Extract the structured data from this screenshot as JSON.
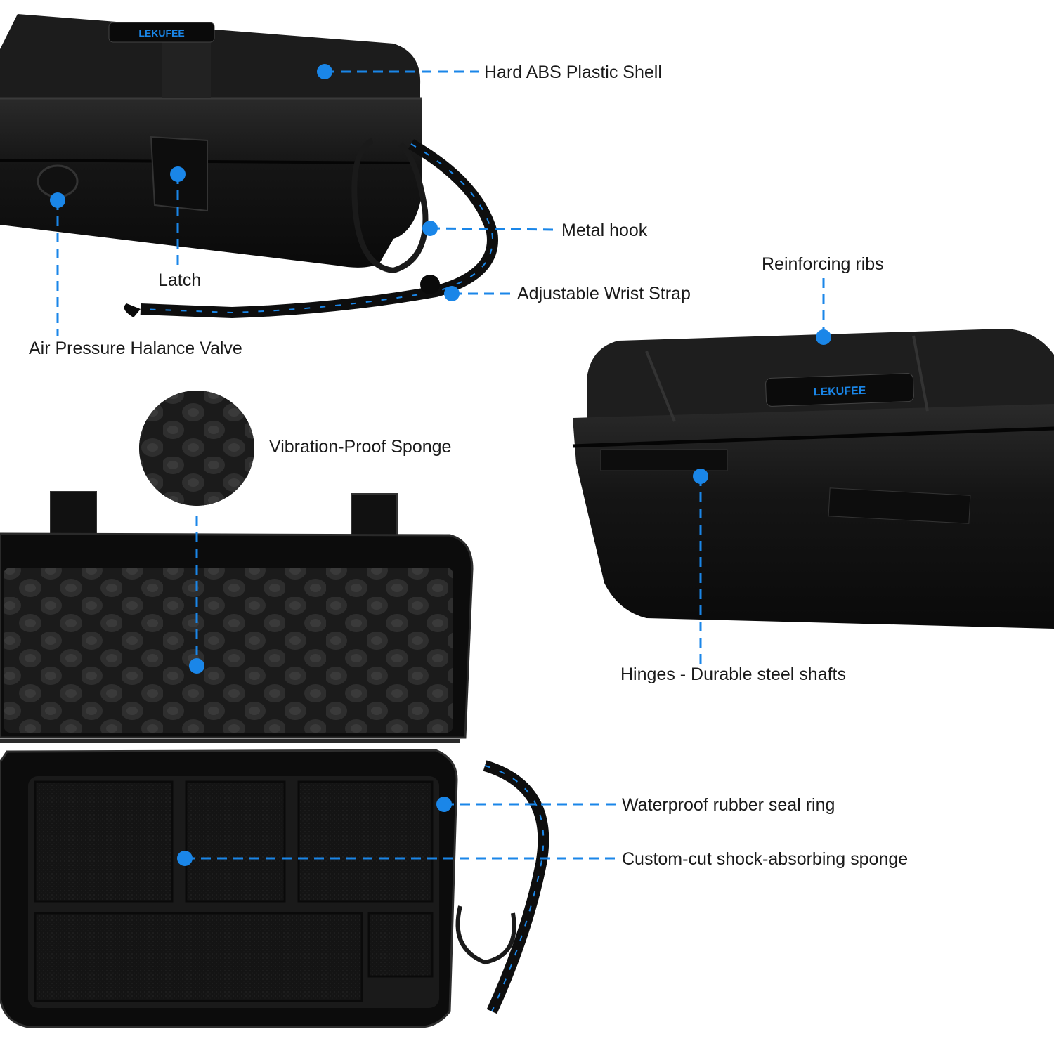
{
  "brand": {
    "logo_text": "LEKUFEE",
    "accent_color": "#1a86e8",
    "case_color": "#111111"
  },
  "callouts": {
    "hard_shell": "Hard ABS Plastic Shell",
    "metal_hook": "Metal hook",
    "latch": "Latch",
    "wrist_strap": "Adjustable Wrist Strap",
    "valve": "Air Pressure Halance Valve",
    "ribs": "Reinforcing ribs",
    "sponge_top": "Vibration-Proof Sponge",
    "hinges": "Hinges - Durable steel shafts",
    "seal_ring": "Waterproof rubber seal ring",
    "custom_sponge": "Custom-cut shock-absorbing sponge"
  }
}
